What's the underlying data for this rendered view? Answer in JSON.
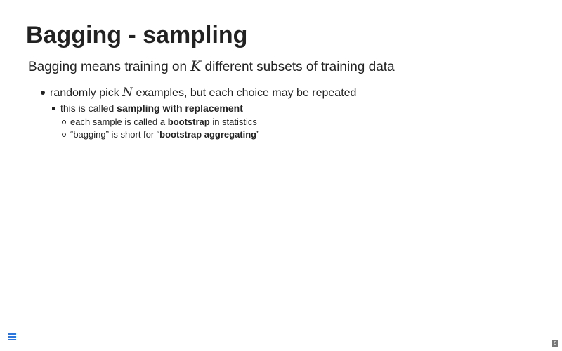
{
  "slide": {
    "title": "Bagging - sampling",
    "intro": {
      "before": "Bagging means training on ",
      "var": "K",
      "after": " different subsets of training data"
    },
    "bullets": [
      {
        "before": "randomly pick ",
        "var": "N",
        "after": " examples, but each choice may be repeated",
        "sub": {
          "before": "this is called ",
          "bold": "sampling with replacement",
          "sub": [
            {
              "before": "each sample is called a ",
              "bold": "bootstrap",
              "after": " in statistics"
            },
            {
              "before": "“bagging” is short for “",
              "bold": "bootstrap aggregating",
              "after": "”"
            }
          ]
        }
      }
    ]
  },
  "controls": {
    "menu_icon": "hamburger-menu-icon",
    "slide_number": "9"
  },
  "colors": {
    "text": "#222222",
    "accent": "#2a76dd"
  }
}
